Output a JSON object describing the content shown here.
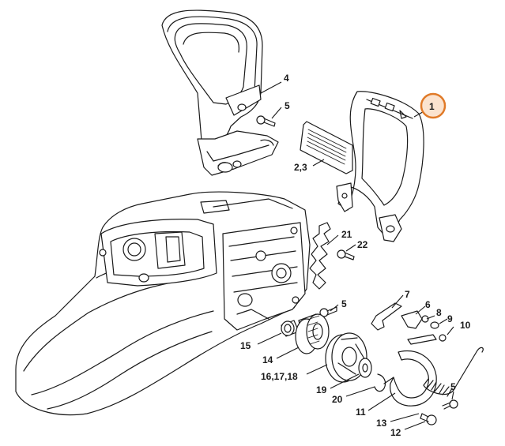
{
  "labels": {
    "p1": "1",
    "p4": "4",
    "p5a": "5",
    "p23": "2,3",
    "p21": "21",
    "p22": "22",
    "p5b": "5",
    "p7": "7",
    "p6": "6",
    "p8": "8",
    "p9": "9",
    "p10": "10",
    "p15": "15",
    "p14": "14",
    "p161718": "16,17,18",
    "p19": "19",
    "p20": "20",
    "p11": "11",
    "p13": "13",
    "p12": "12",
    "p5c": "5"
  },
  "highlight_color": "#e07a28"
}
